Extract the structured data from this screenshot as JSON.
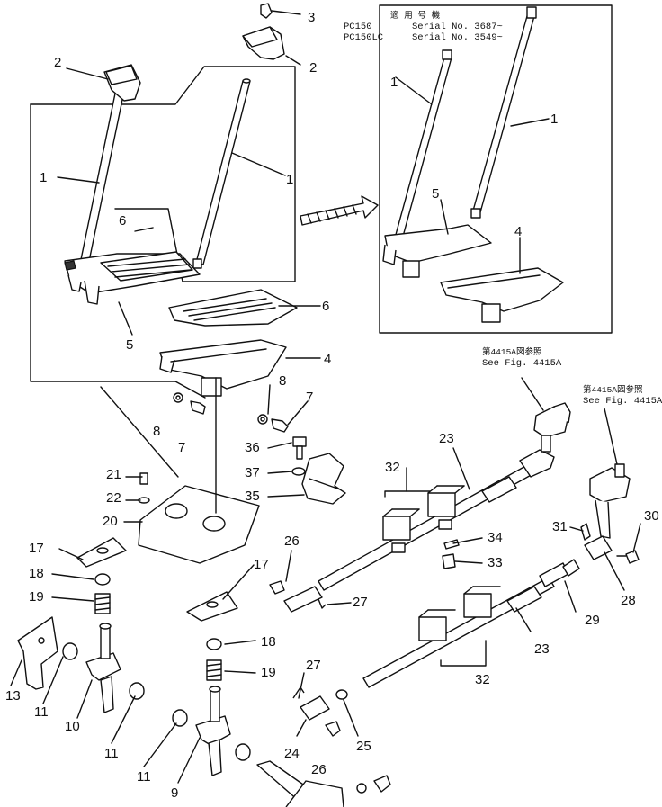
{
  "serial_note": {
    "header": "適 用 号 機",
    "rows": [
      {
        "model": "PC150",
        "text": "Serial No. 3687~"
      },
      {
        "model": "PC150LC",
        "text": "Serial No. 3549~"
      }
    ]
  },
  "refs": [
    {
      "jp": "第4415A図参照",
      "en": "See Fig. 4415A"
    },
    {
      "jp": "第4415A図参照",
      "en": "See Fig. 4415A"
    }
  ],
  "labels": {
    "n1": "1",
    "n2": "2",
    "n3": "3",
    "n4": "4",
    "n5": "5",
    "n6": "6",
    "n7": "7",
    "n8": "8",
    "n9": "9",
    "n10": "10",
    "n11": "11",
    "n13": "13",
    "n17": "17",
    "n18": "18",
    "n19": "19",
    "n20": "20",
    "n21": "21",
    "n22": "22",
    "n23": "23",
    "n24": "24",
    "n25": "25",
    "n26": "26",
    "n27": "27",
    "n28": "28",
    "n29": "29",
    "n30": "30",
    "n31": "31",
    "n32": "32",
    "n33": "33",
    "n34": "34",
    "n35": "35",
    "n36": "36",
    "n37": "37"
  }
}
